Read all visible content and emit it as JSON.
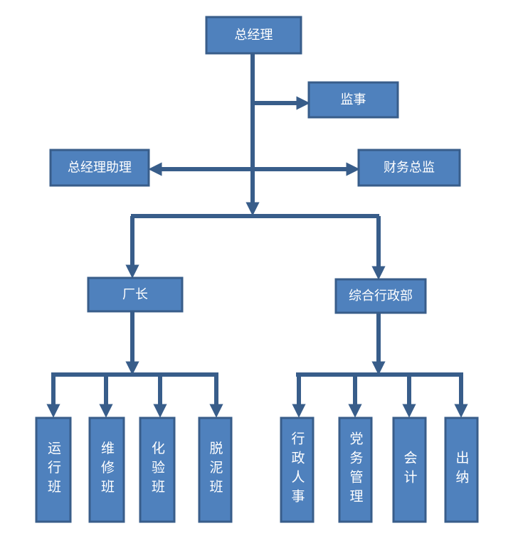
{
  "diagram": {
    "nodes": {
      "general_manager": "总经理",
      "supervisor": "监事",
      "gm_assistant": "总经理助理",
      "finance_director": "财务总监",
      "factory_director": "厂长",
      "general_admin_dept": "综合行政部",
      "operation_team": "运行班",
      "maintenance_team": "维修班",
      "lab_team": "化验班",
      "dewatering_team": "脱泥班",
      "admin_hr": "行政人事",
      "party_affairs": "党务管理",
      "accounting": "会计",
      "cashier": "出纳"
    },
    "colors": {
      "node_fill": "#4f81bd",
      "node_border": "#385d8a",
      "connector": "#385d8a",
      "text": "#ffffff"
    }
  }
}
